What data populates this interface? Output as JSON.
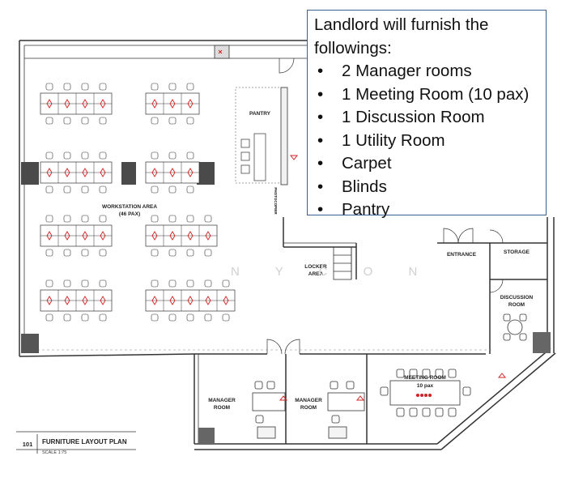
{
  "labels": {
    "workstation_area": "WORKSTATION AREA",
    "workstation_pax": "(46 PAX)",
    "pantry": "PANTRY",
    "photocopier": "PHOTOCOPIER",
    "locker_area_1": "LOCKER",
    "locker_area_2": "AREA",
    "entrance": "ENTRANCE",
    "storage": "STORAGE",
    "discussion_1": "DISCUSSION",
    "discussion_2": "ROOM",
    "meeting_1": "MEETING ROOM",
    "meeting_2": "10 pax",
    "manager_1a": "MANAGER",
    "manager_1b": "ROOM",
    "manager_2a": "MANAGER",
    "manager_2b": "ROOM"
  },
  "watermark": "N Y C O N",
  "title_block": {
    "number": "101",
    "title": "FURNITURE LAYOUT PLAN",
    "scale": "SCALE   1:75"
  },
  "notes": {
    "heading": "Landlord will furnish the followings:",
    "bullet": "•",
    "items": [
      "2 Manager rooms",
      "1 Meeting Room (10 pax)",
      "1 Discussion Room",
      "1 Utility Room",
      "Carpet",
      "Blinds",
      "Pantry"
    ]
  },
  "colors": {
    "wall": "#333333",
    "column_fill": "#4a4a4a",
    "red_marker": "#d42020",
    "note_border": "#3a5f95"
  }
}
